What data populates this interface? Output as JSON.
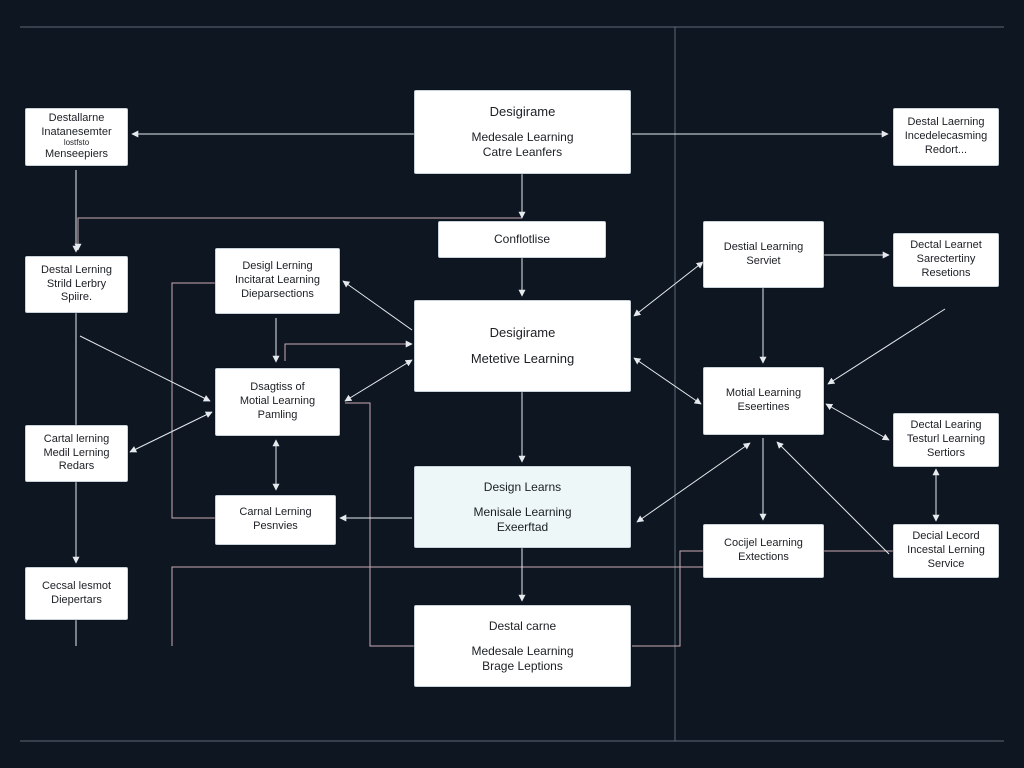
{
  "nodes": {
    "top_center": {
      "title": "Desigirame",
      "line1": "Medesale Learning",
      "line2": "Catre Leanfers"
    },
    "confluence": {
      "title": "Conflotlise"
    },
    "center_main": {
      "title": "Desigirame",
      "line1": "Metetive Learning"
    },
    "center_lower": {
      "title": "Design Learns",
      "line1": "Menisale Learning",
      "line2": "Exeerftad"
    },
    "bottom_center": {
      "title": "Destal carne",
      "line1": "Medesale Learning",
      "line2": "Brage Leptions"
    },
    "left_top": {
      "line1": "Destallarne",
      "line2": "Inatanesemter",
      "line3": "lostfsto",
      "line4": "Menseepiers"
    },
    "left_2": {
      "line1": "Destal Lerning",
      "line2": "Strild Lerbry",
      "line3": "Spiire."
    },
    "left_3": {
      "line1": "Cartal lerning",
      "line2": "Medil Lerning",
      "line3": "Redars"
    },
    "left_4": {
      "line1": "Cecsal lesmot",
      "line2": "Diepertars"
    },
    "mid_left_1": {
      "line1": "Desigl Lerning",
      "line2": "Incitarat Learning",
      "line3": "Dieparsections"
    },
    "mid_left_2": {
      "line1": "Dsagtiss of",
      "line2": "Motial Learning",
      "line3": "Pamling"
    },
    "mid_left_3": {
      "line1": "Carnal Lerning",
      "line2": "Pesnvies"
    },
    "right_mid_1": {
      "line1": "Destial Learning",
      "line2": "Serviet"
    },
    "right_mid_2": {
      "line1": "Motial Learning",
      "line2": "Eseertines"
    },
    "right_mid_3": {
      "line1": "Cocijel Learning",
      "line2": "Extections"
    },
    "right_top": {
      "line1": "Destal Laerning",
      "line2": "Incedelecasming",
      "line3": "Redort..."
    },
    "right_2": {
      "line1": "Dectal Learnet",
      "line2": "Sarectertiny",
      "line3": "Resetions"
    },
    "right_3": {
      "line1": "Dectal Learing",
      "line2": "Testurl Learning",
      "line3": "Sertiors"
    },
    "right_4": {
      "line1": "Decial Lecord",
      "line2": "Incestal Lerning",
      "line3": "Service"
    }
  }
}
